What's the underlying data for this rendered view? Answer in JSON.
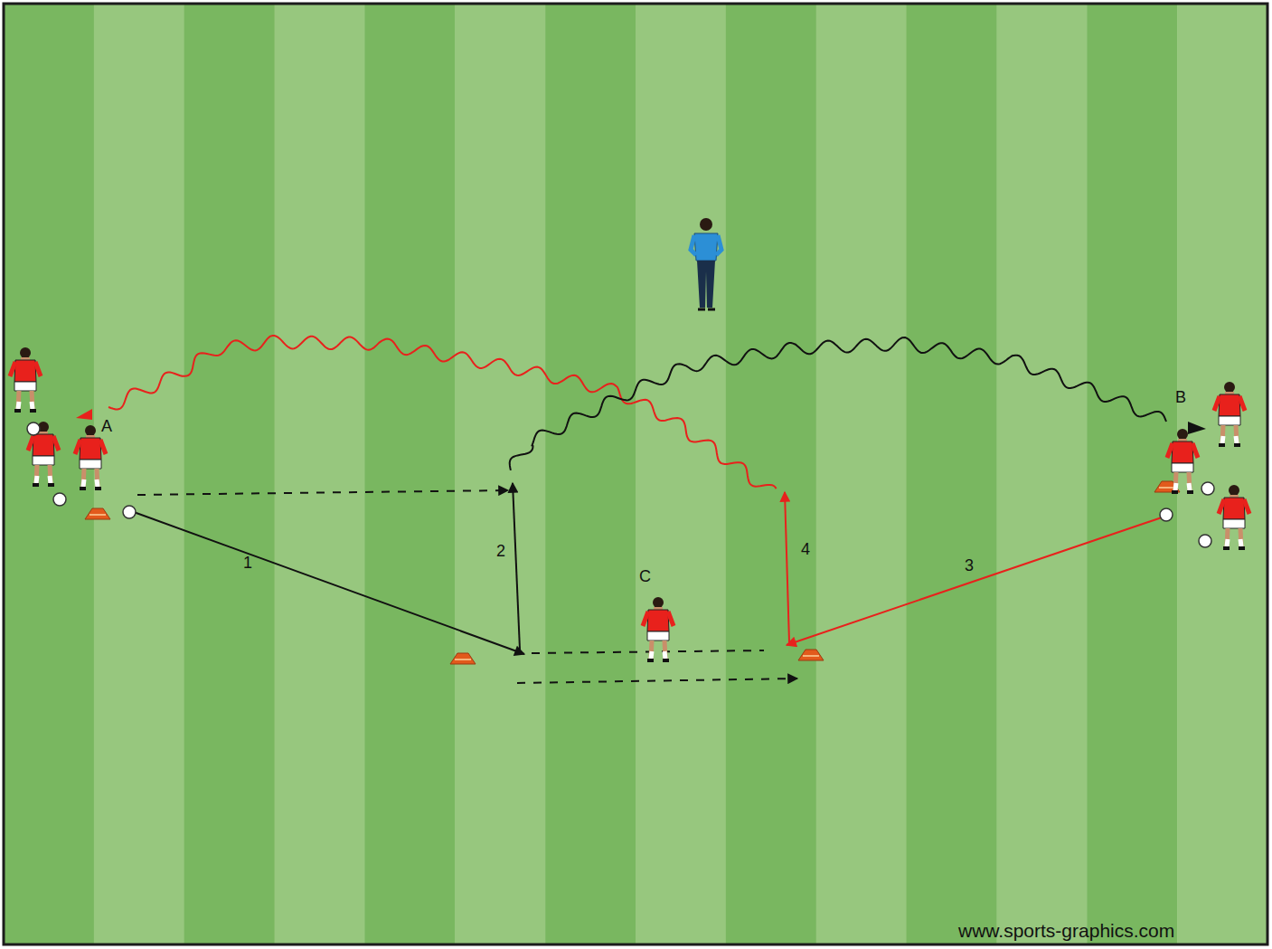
{
  "diagram": {
    "labels": [
      "A",
      "B",
      "C",
      "1",
      "2",
      "3",
      "4",
      "www.sports-graphics.com"
    ]
  }
}
